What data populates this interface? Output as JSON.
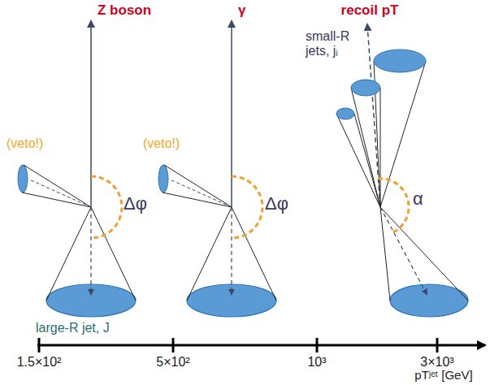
{
  "diagram": {
    "labels": [
      "Z boson",
      "(veto!)",
      "Δφ",
      "large-R jet, J",
      "γ",
      "(veto!)",
      "Δφ",
      "recoil pT",
      "small-R jets, jᵢ",
      "α",
      "1.5×10²",
      "5×10²",
      "10³",
      "3×10³",
      "pTʲᵉᵗ [GeV]"
    ]
  }
}
